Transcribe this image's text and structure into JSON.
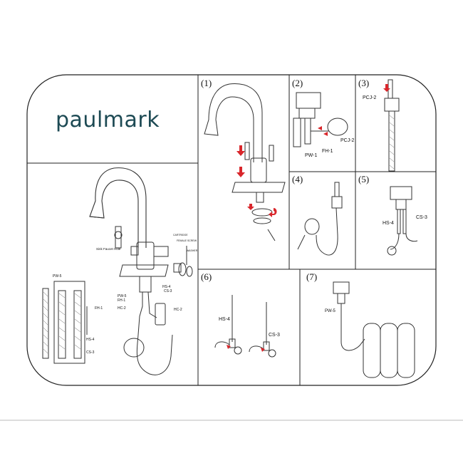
{
  "brand": {
    "logo_text": "paulmark",
    "color": "#1d4a54"
  },
  "accent_color": "#d9262b",
  "overview": {
    "labels": {
      "sink_faucet_hole": "Sink Faucet Hole",
      "cartridge": "CARTRIDGE",
      "female_screw": "FEMALE SCREW",
      "washer": "WASHER",
      "pw5_left": "PW-5",
      "fh1_left": "FH-1",
      "hs4_left": "HS-4",
      "cs3_left": "CS-3",
      "hs4": "HS-4",
      "cs3": "CS-3",
      "pw5": "PW-5",
      "fh1": "FH-1",
      "hc2_left": "HC-2",
      "hc2_right": "HC-2"
    }
  },
  "steps": [
    {
      "number": "(1)"
    },
    {
      "number": "(2)",
      "labels": {
        "pcj2": "PCJ-2",
        "fh1": "FH-1",
        "pw1": "PW-1"
      }
    },
    {
      "number": "(3)",
      "labels": {
        "pcj2": "PCJ-2"
      }
    },
    {
      "number": "(4)"
    },
    {
      "number": "(5)",
      "labels": {
        "hs4": "HS-4",
        "cs3": "CS-3"
      }
    },
    {
      "number": "(6)",
      "labels": {
        "hs4": "HS-4",
        "cs3": "CS-3"
      }
    },
    {
      "number": "(7)",
      "labels": {
        "pw5": "PW-5"
      }
    }
  ]
}
